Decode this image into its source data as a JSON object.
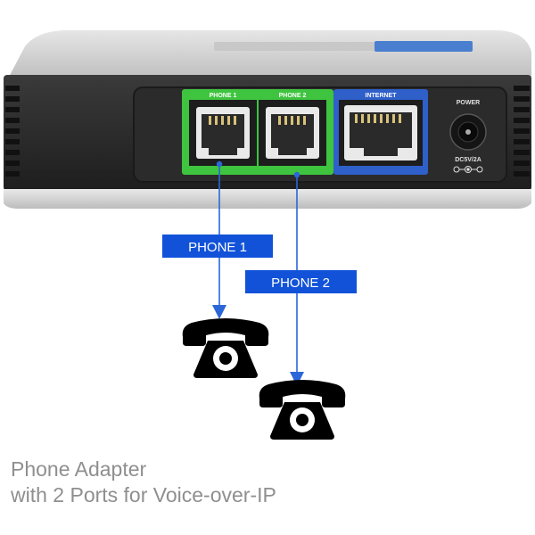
{
  "device": {
    "ports": {
      "phone1": "PHONE 1",
      "phone2": "PHONE 2",
      "internet": "INTERNET",
      "power": "POWER",
      "power_rating": "DC5V/2A"
    }
  },
  "callouts": {
    "phone1": "PHONE 1",
    "phone2": "PHONE 2"
  },
  "caption": {
    "line1": "Phone Adapter",
    "line2": "with 2 Ports for Voice-over-IP"
  },
  "colors": {
    "phone_port_frame": "#3ec43e",
    "internet_port_frame": "#2f5fc9",
    "callout_box": "#1152d9",
    "arrow": "#2b67d8",
    "device_body": "#2a2a2a",
    "device_top": "#d6d6d6",
    "caption_text": "#8f8f8f"
  },
  "icons": {
    "handset": "telephone-icon",
    "power_symbol": "power-polarity-icon"
  }
}
